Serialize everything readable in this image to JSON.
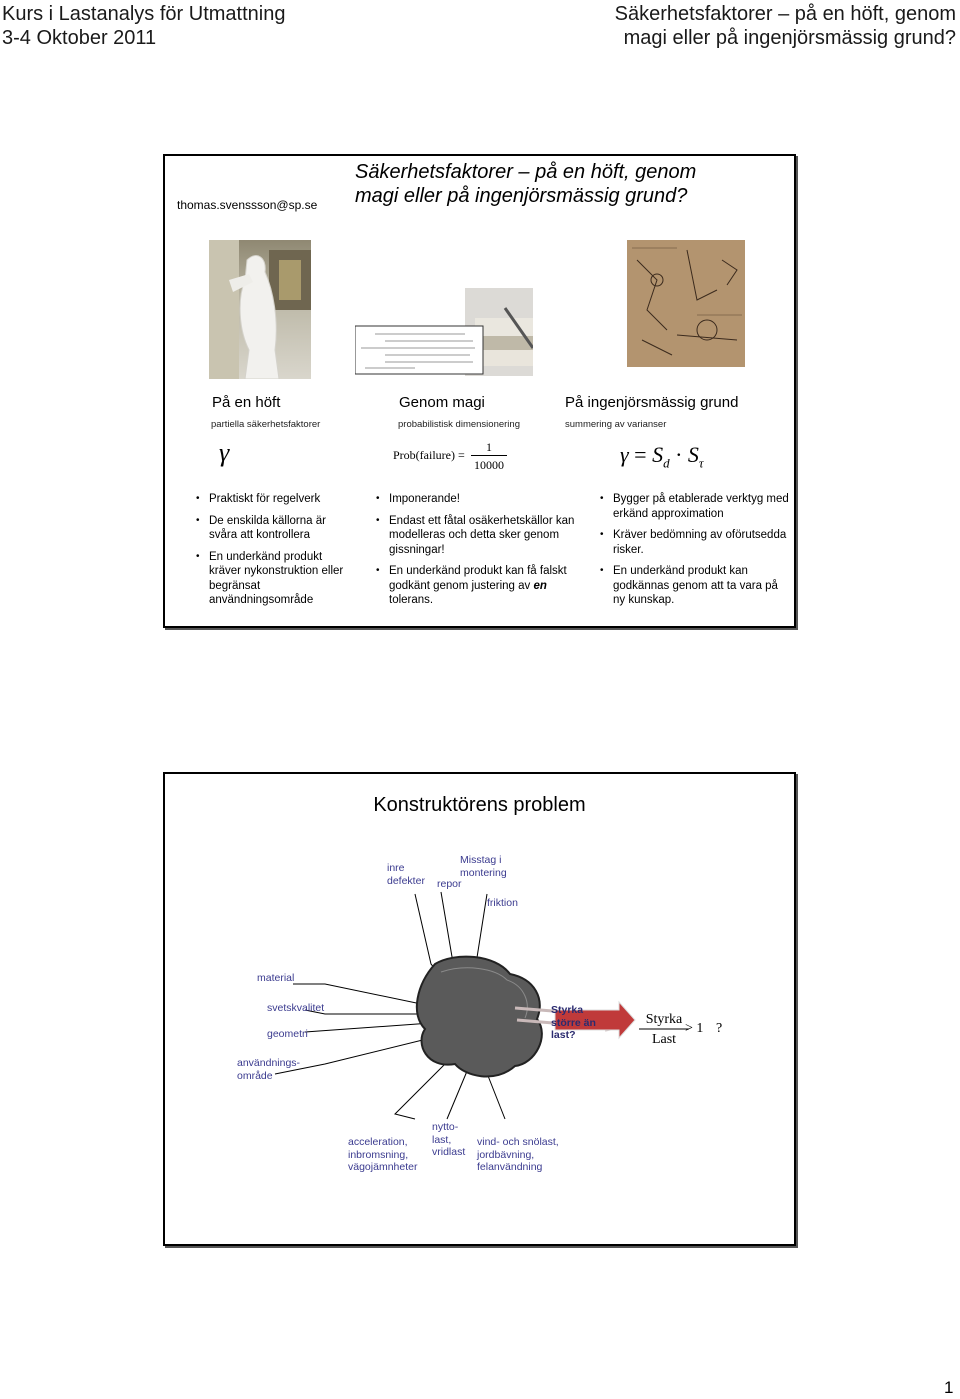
{
  "header": {
    "course_line1": "Kurs i Lastanalys för Utmattning",
    "course_line2": "3-4 Oktober 2011",
    "title_line1": "Säkerhetsfaktorer – på en höft, genom",
    "title_line2": "magi eller på ingenjörsmässig grund?"
  },
  "slide1": {
    "email": "thomas.svenssson@sp.se",
    "title_line1": "Säkerhetsfaktorer – på en höft, genom",
    "title_line2": "magi eller på ingenjörsmässig grund?",
    "columns": [
      {
        "heading": "På en höft",
        "subheading": "partiella säkerhetsfaktorer",
        "formula": "γ",
        "bullets": [
          "Praktiskt för regelverk",
          "De enskilda källorna är svåra att kontrollera",
          "En underkänd produkt kräver nykonstruktion eller begränsat användningsområde"
        ]
      },
      {
        "heading": "Genom magi",
        "subheading": "probabilistisk dimensionering",
        "formula_lhs": "Prob(failure) =",
        "formula_num": "1",
        "formula_den": "10000",
        "bullets": [
          "Imponerande!",
          "Endast ett fåtal osäkerhetskällor kan modelleras och detta sker genom gissningar!"
        ],
        "bullet3_pre": "En underkänd produkt kan få falskt godkänt genom justering av ",
        "bullet3_em": "en",
        "bullet3_post": " tolerans."
      },
      {
        "heading": "På ingenjörsmässig grund",
        "subheading": "summering av varianser",
        "formula_gamma": "γ",
        "formula_eq": "=",
        "formula_S": "S",
        "formula_d": "d",
        "formula_dot": "·",
        "formula_S2": "S",
        "formula_tau": "τ",
        "bullets": [
          "Bygger på etablerade verktyg med erkänd approximation",
          "Kräver bedömning av oförutsedda risker.",
          "En underkänd produkt kan godkännas genom att ta vara på ny kunskap."
        ]
      }
    ]
  },
  "slide2": {
    "title": "Konstruktörens problem",
    "labels": {
      "inre_defekter": "inre defekter",
      "misstag": "Misstag i montering",
      "repor": "repor",
      "friktion": "friktion",
      "material": "material",
      "svetskvalitet": "svetskvalitet",
      "geometri": "geometri",
      "anvandningsomrade": "användnings- område",
      "acceleration": "acceleration, inbromsning, vägojämnheter",
      "nyttolast": "nytto- last, vridlast",
      "vindlast": "vind- och snölast, jordbävning, felanvändning"
    },
    "styrka_box": "Styrka större än last?",
    "ratio_num": "Styrka",
    "ratio_den": "Last",
    "ratio_cmp": "> 1",
    "ratio_q": "?"
  },
  "page_number": "1"
}
